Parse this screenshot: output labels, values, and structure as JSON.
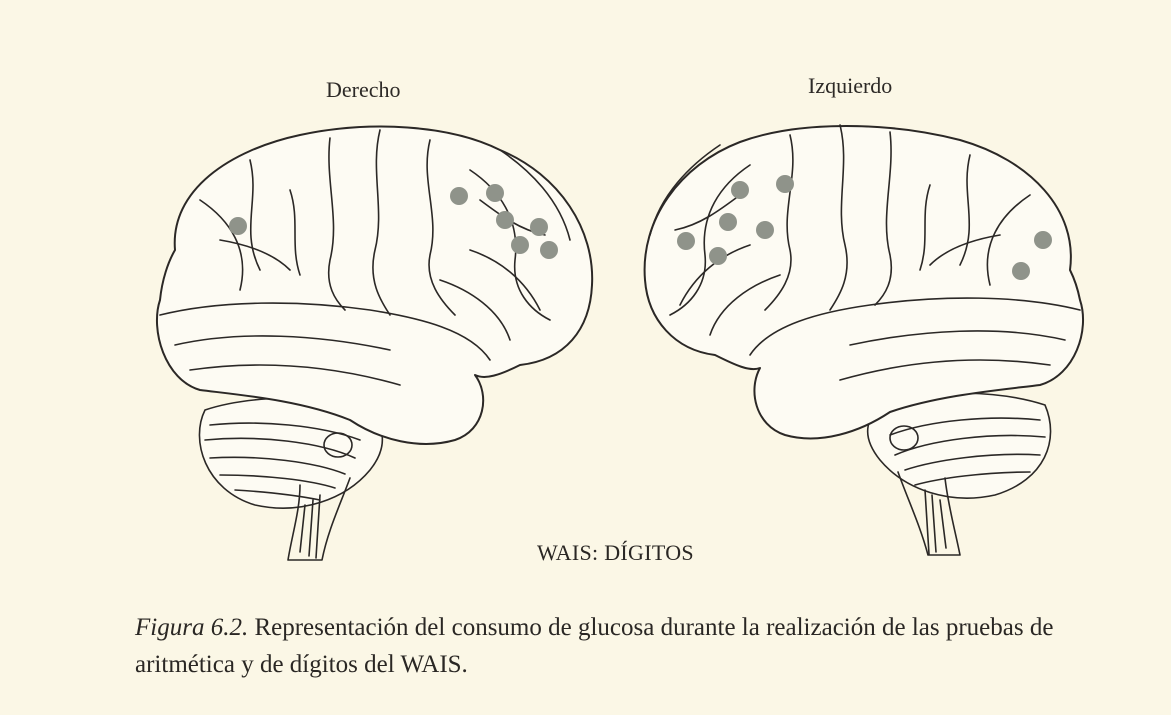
{
  "figure": {
    "hemisphere_right_label": "Derecho",
    "hemisphere_left_label": "Izquierdo",
    "test_label": "WAIS: DÍGITOS",
    "caption_number": "Figura 6.2.",
    "caption_text": " Representación del consumo de glucosa durante la realización de las pruebas de aritmética y de dígitos del WAIS.",
    "colors": {
      "background": "#fbf7e6",
      "activation_dot": "#8f938a",
      "line": "#2b2826"
    }
  }
}
